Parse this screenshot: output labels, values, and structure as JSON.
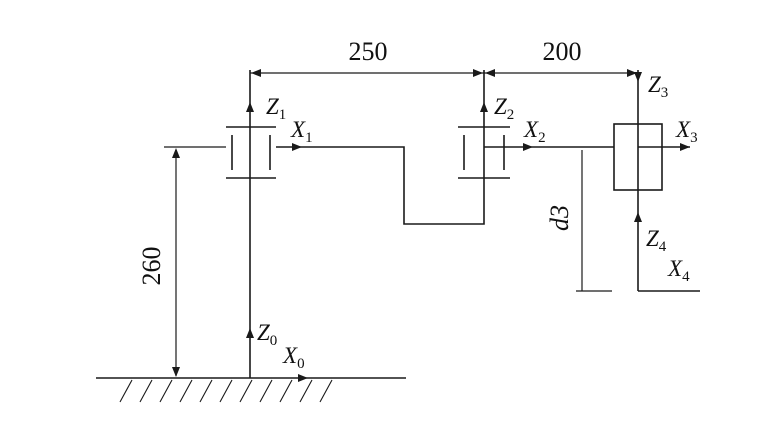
{
  "dimensions": {
    "d1": "250",
    "d2": "200",
    "h0": "260",
    "d3": "d3"
  },
  "axes": {
    "z0": {
      "letter": "Z",
      "sub": "0"
    },
    "x0": {
      "letter": "X",
      "sub": "0"
    },
    "z1": {
      "letter": "Z",
      "sub": "1"
    },
    "x1": {
      "letter": "X",
      "sub": "1"
    },
    "z2": {
      "letter": "Z",
      "sub": "2"
    },
    "x2": {
      "letter": "X",
      "sub": "2"
    },
    "z3": {
      "letter": "Z",
      "sub": "3"
    },
    "x3": {
      "letter": "X",
      "sub": "3"
    },
    "z4": {
      "letter": "Z",
      "sub": "4"
    },
    "x4": {
      "letter": "X",
      "sub": "4"
    }
  },
  "colors": {
    "line": "#1a1a1a",
    "background": "#ffffff"
  }
}
